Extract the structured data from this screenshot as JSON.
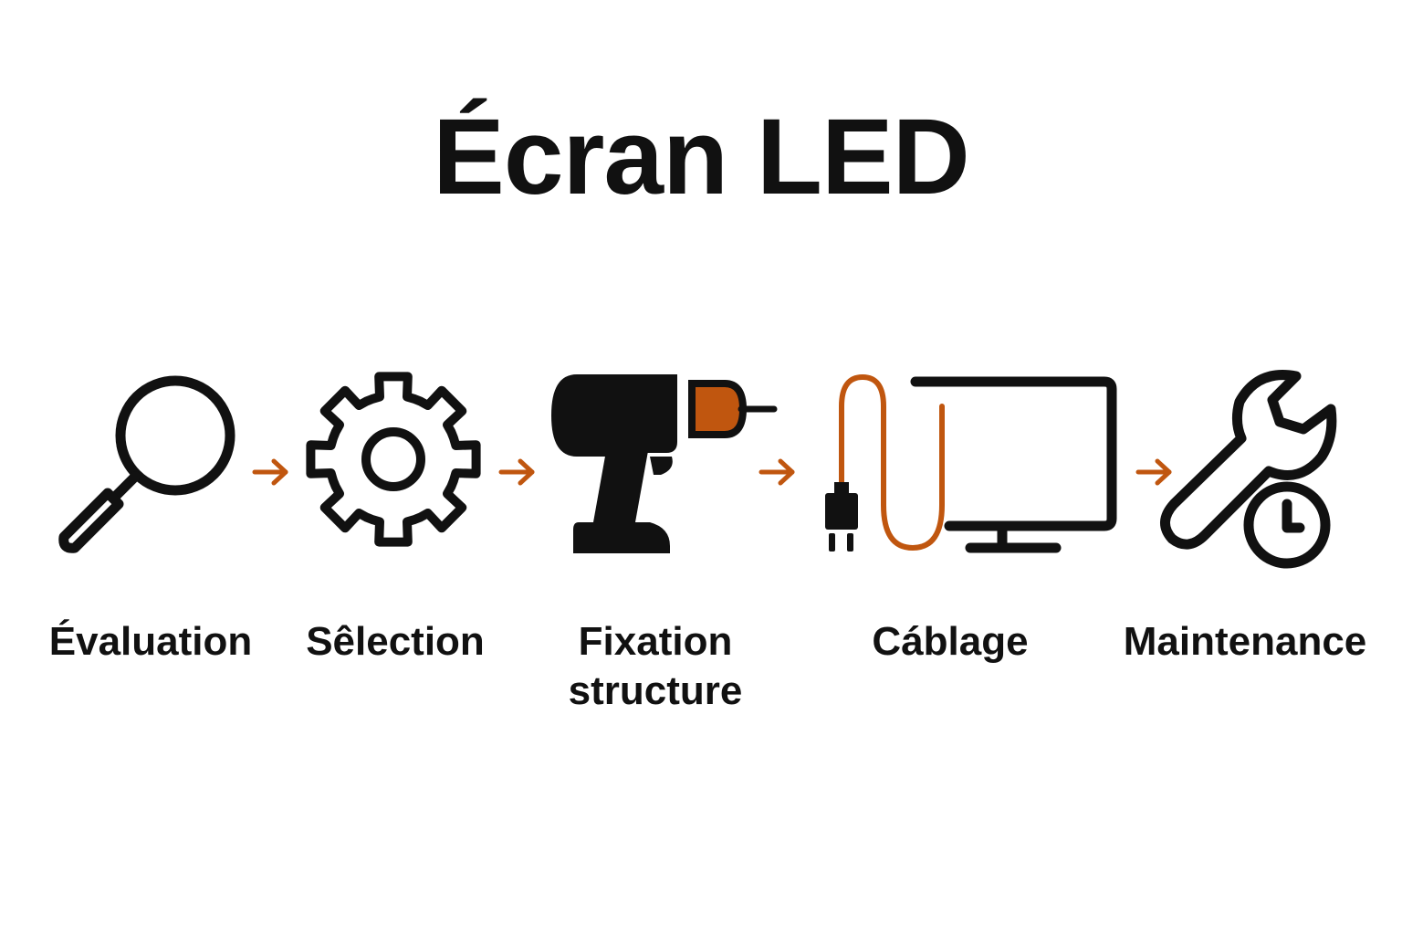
{
  "title": "Écran LED",
  "colors": {
    "stroke": "#111111",
    "accent": "#C0560F",
    "background": "#FFFFFF"
  },
  "steps": [
    {
      "icon": "magnifying-glass-icon",
      "label_lines": [
        "Évaluation"
      ]
    },
    {
      "icon": "gear-icon",
      "label_lines": [
        "Sêlection"
      ]
    },
    {
      "icon": "drill-icon",
      "label_lines": [
        "Fixation",
        "structure"
      ]
    },
    {
      "icon": "cable-monitor-icon",
      "label_lines": [
        "Cáblage"
      ]
    },
    {
      "icon": "wrench-clock-icon",
      "label_lines": [
        "Maintenance"
      ]
    }
  ],
  "arrows": [
    "arrow-right-icon",
    "arrow-right-icon",
    "arrow-right-icon",
    "arrow-right-icon"
  ]
}
